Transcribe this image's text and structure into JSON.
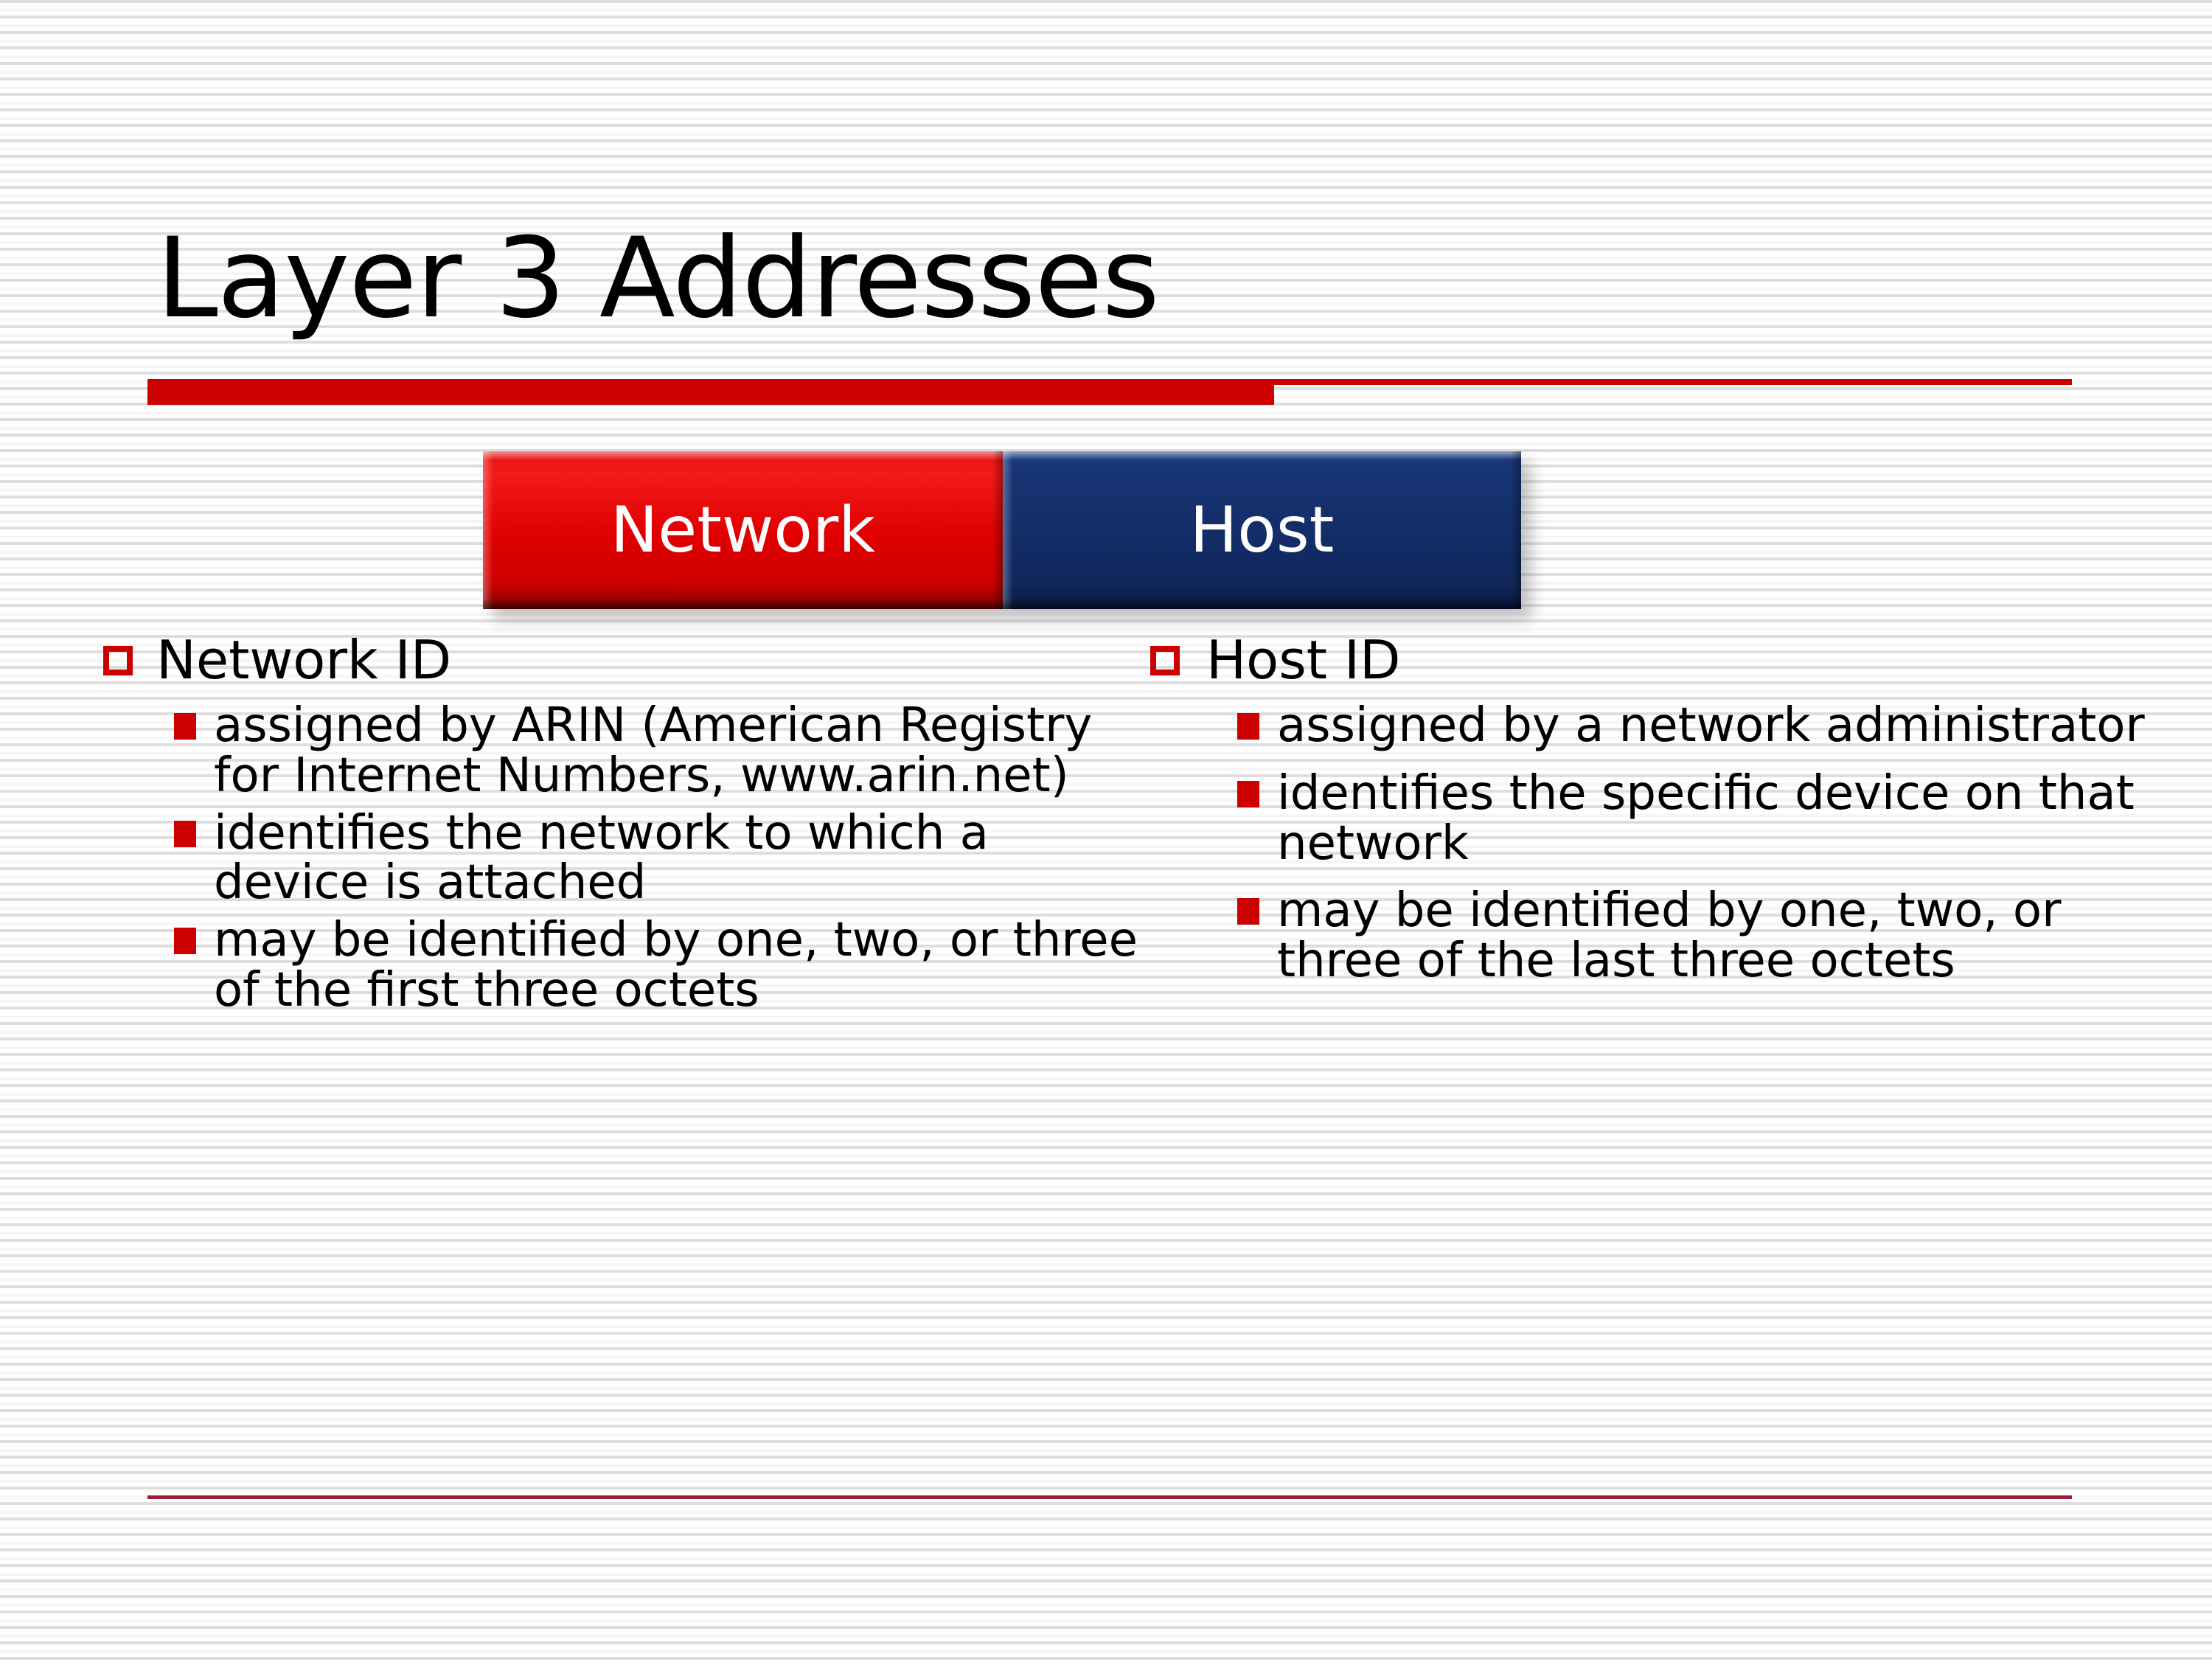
{
  "slide": {
    "title": "Layer 3 Addresses",
    "accent_color": "#cc0000",
    "bottom_rule_color": "#9e1b33"
  },
  "diagram": {
    "name": "address-split-diagram",
    "segments": [
      {
        "label": "Network",
        "color": "#e00000"
      },
      {
        "label": "Host",
        "color": "#132d68"
      }
    ]
  },
  "columns": {
    "left": {
      "heading": "Network ID",
      "bullets": [
        "assigned by ARIN (American Registry for Internet Numbers, www.arin.net)",
        "identifies the network to which a device is attached",
        "may be identified by one, two, or three of the first three octets"
      ]
    },
    "right": {
      "heading": "Host ID",
      "bullets": [
        "assigned by a network administrator",
        "identifies the specific device on that network",
        "may be identified by one, two, or three of the last three octets"
      ]
    }
  }
}
